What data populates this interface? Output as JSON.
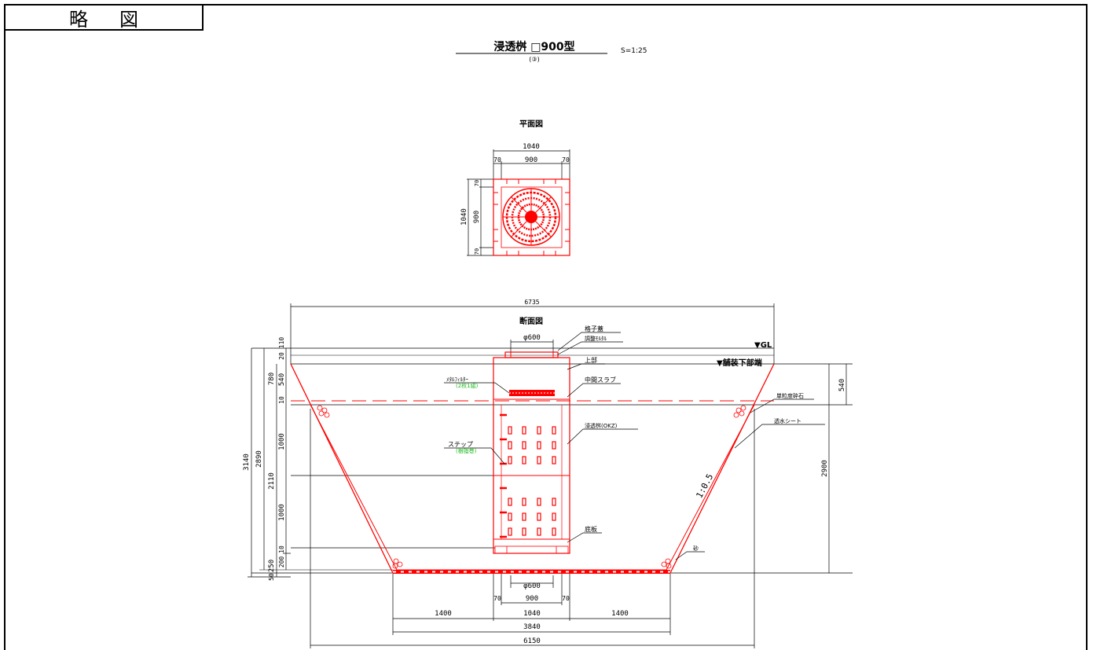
{
  "header": {
    "label": "略図"
  },
  "title": {
    "main": "浸透桝 □900型",
    "sub": "(③)",
    "scale": "S=1:25"
  },
  "plan": {
    "label": "平面図",
    "dims": {
      "overall": "1040",
      "edge_l": "70",
      "inner": "900",
      "edge_r": "70",
      "v_overall": "1040",
      "v_inner": "900",
      "v_top": "70",
      "v_bot": "70"
    }
  },
  "section": {
    "label": "断面図",
    "dims": {
      "top_overall": "6735",
      "phi_top": "φ600",
      "phi_bot": "φ600",
      "left_3140": "3140",
      "left_2890": "2890",
      "left_780": "780",
      "left_2110": "2110",
      "left_250": "250",
      "left_50": "50",
      "left_110": "110",
      "left_20": "20",
      "left_540": "540",
      "left_10a": "10",
      "left_1000a": "1000",
      "left_1000b": "1000",
      "left_10b": "10",
      "left_200": "200",
      "right_540": "540",
      "right_2900": "2900",
      "bot_70l": "70",
      "bot_900": "900",
      "bot_70r": "70",
      "bot_1400l": "1400",
      "bot_1040": "1040",
      "bot_1400r": "1400",
      "bot_3840": "3840",
      "bot_6150": "6150",
      "slope": "1:0.5"
    },
    "labels": {
      "grate": "格子蓋",
      "mortar": "調整ﾓﾙﾀﾙ",
      "upper": "上部",
      "slab": "中間スラブ",
      "gravel": "単粒度砕石",
      "sheet": "透水シート",
      "body": "浸透桝(OKZ)",
      "base": "底板",
      "sand": "砂",
      "gl": "▼GL",
      "paving": "▼舗装下部端",
      "filter": "ﾒﾀﾙﾌｨﾙﾀｰ",
      "filter_note": "(2枚1組)",
      "step": "ステップ",
      "step_note": "(樹脂巻)"
    }
  },
  "colors": {
    "line": "#000000",
    "red": "#ff0000",
    "green": "#22bb22"
  }
}
